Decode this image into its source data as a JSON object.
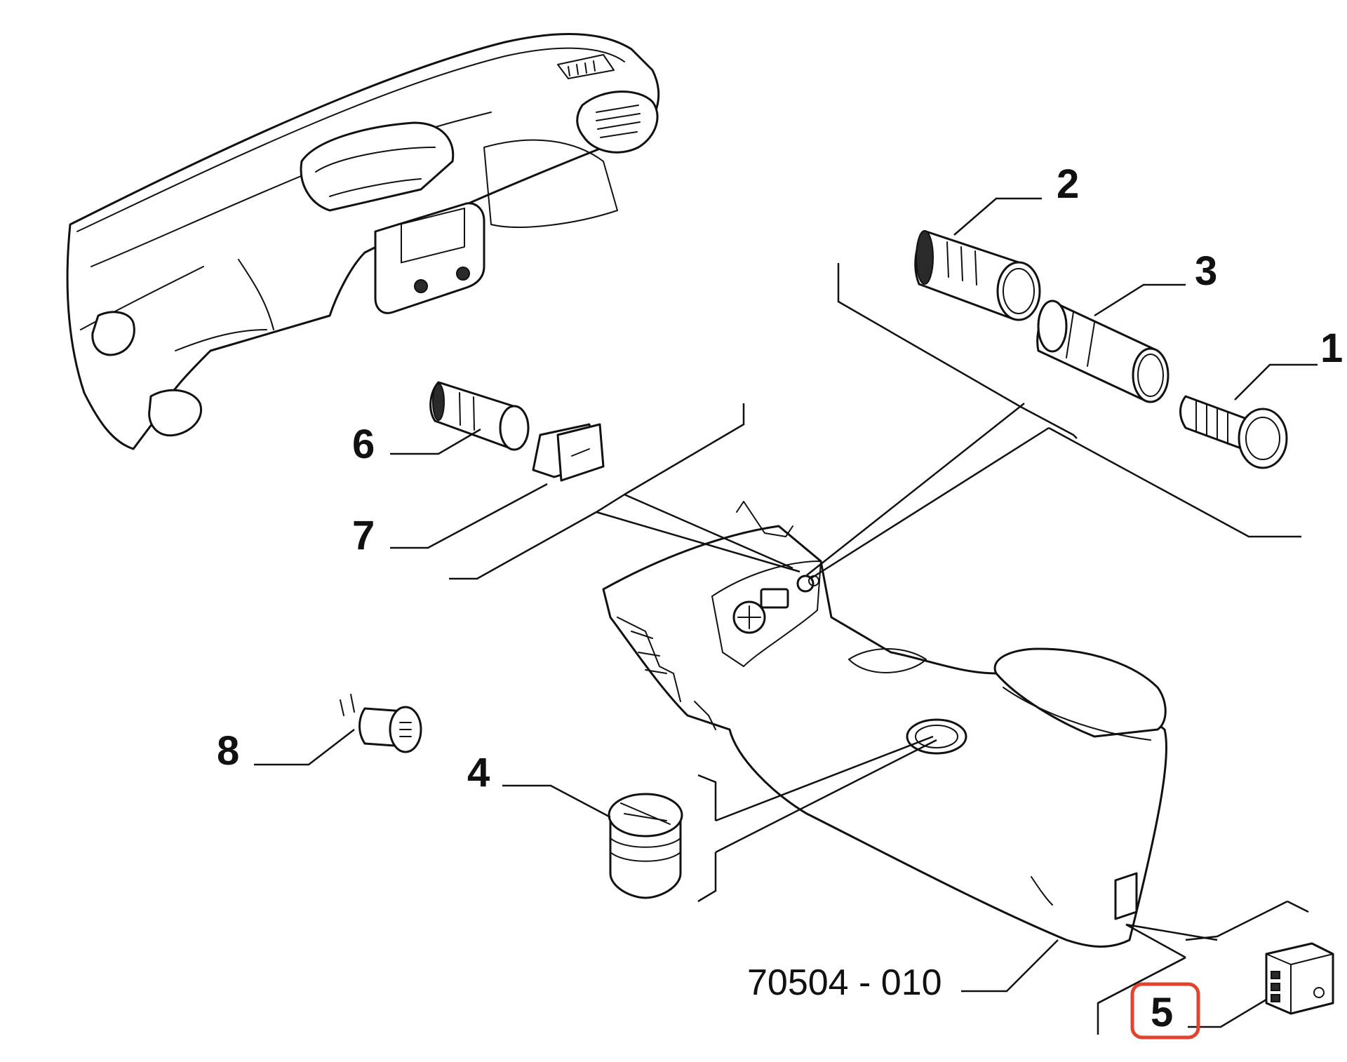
{
  "reference_code": "70504 - 010",
  "callouts": {
    "c1": "1",
    "c2": "2",
    "c3": "3",
    "c4": "4",
    "c5": "5",
    "c6": "6",
    "c7": "7",
    "c8": "8"
  },
  "highlighted_callout": "5",
  "highlight_color": "#e0442e"
}
